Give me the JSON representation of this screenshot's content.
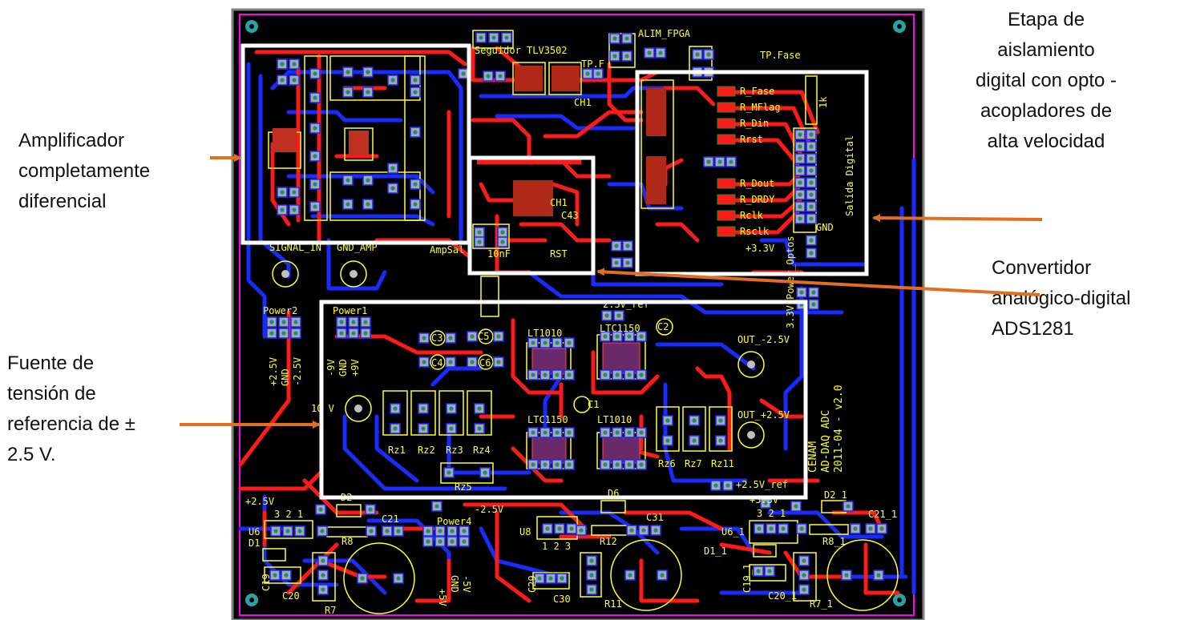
{
  "annotations": {
    "amplifier": [
      "Amplificador",
      "completamente",
      "diferencial"
    ],
    "voltage_ref": [
      "Fuente de",
      "tensión de",
      "referencia de ±",
      "2.5 V."
    ],
    "isolation": [
      "Etapa de",
      "aislamiento",
      "digital con opto -",
      "acopladores de",
      "alta velocidad"
    ],
    "converter": [
      "Convertidor",
      "analógico-digital",
      "ADS1281"
    ]
  },
  "pcb_labels": {
    "seguidor": "Seguidor TLV3502",
    "alim_fpga": "ALIM_FPGA",
    "tp_fase": "TP.Fase",
    "tp_f": "TP.F",
    "ch1_top": "CH1",
    "ch1_adc": "CH1",
    "c43": "C43",
    "cap_10nf": "10nF",
    "rst": "RST",
    "ampsal": "AmpSal",
    "signal_in": "SIGNAL_IN",
    "gnd_amp": "GND_AMP",
    "r_fase": "R_Fase",
    "r_mflag": "R_MFlag",
    "r_din": "R_Din",
    "rrst": "Rrst",
    "r_dout": "R_Dout",
    "r_drdy": "R_DRDY",
    "rclk": "Rclk",
    "rsclk": "Rsclk",
    "r_1k": "1k",
    "salida_digital": "Salida Digital",
    "gnd": "GND",
    "v33_opt": "+3.3V",
    "power_optos": "3.3V Power_Optos",
    "power1": "Power1",
    "power2": "Power2",
    "power4": "Power4",
    "v25_ref_top": "2.5V_ref",
    "lt1010_a": "LT1010",
    "ltc1150_a": "LTC1150",
    "ltc1150_b": "LTC1150",
    "lt1010_b": "LT1010",
    "c1": "C1",
    "c2": "C2",
    "c3": "C3",
    "c4": "C4",
    "c5": "C5",
    "c6": "C6",
    "out_m25": "OUT_-2.5V",
    "out_p25": "OUT_+2.5V",
    "v25_ref_bot": "+2.5V_ref",
    "v10": "10 V",
    "rz1": "Rz1",
    "rz2": "Rz2",
    "rz3": "Rz3",
    "rz4": "Rz4",
    "rz5": "Rz5",
    "rz6": "Rz6",
    "rz7": "Rz7",
    "rz11": "Rz11",
    "m9v": "-9V",
    "gnd9": "GND",
    "p9v": "+9V",
    "p25v_left": "+2.5V",
    "gnd25": "GND",
    "m25v_left": "-2.5V",
    "cenam": "CENAM",
    "addaq": "AD-DAQ ADC",
    "ver": "2011-04 - v2.0",
    "p25v_bot": "+2.5V",
    "m25v_bot": "-2.5V",
    "p33v_bot": "+3.3V",
    "u6": "U6",
    "u8": "U8",
    "u6_1": "U6_1",
    "d1": "D1",
    "d2": "D2",
    "d6": "D6",
    "d1_1": "D1_1",
    "d2_1": "D2_1",
    "r8": "R8",
    "r12": "R12",
    "r8_1": "R8_1",
    "r7": "R7",
    "r11": "R11",
    "r7_1": "R7_1",
    "c19": "C19",
    "c20": "C20",
    "c21": "C21",
    "c29": "C29",
    "c30": "C30",
    "c31": "C31",
    "c19_1": "C19_1",
    "c20_1": "C20_1",
    "c21_1": "C21_1",
    "n321a": "3 2 1",
    "n123": "1 2 3",
    "n321b": "3 2 1",
    "p5v": "+5V",
    "gnd5": "GND",
    "m5v": "-5V"
  },
  "colors": {
    "board": "#000000",
    "outline": "#ff00ff",
    "top_trace": "#ff1a1a",
    "bottom_trace": "#1a2bff",
    "silkscreen": "#ffff33",
    "pad": "#c0c0c0",
    "highlight_box": "#ffffff",
    "arrow": "#e07020"
  }
}
